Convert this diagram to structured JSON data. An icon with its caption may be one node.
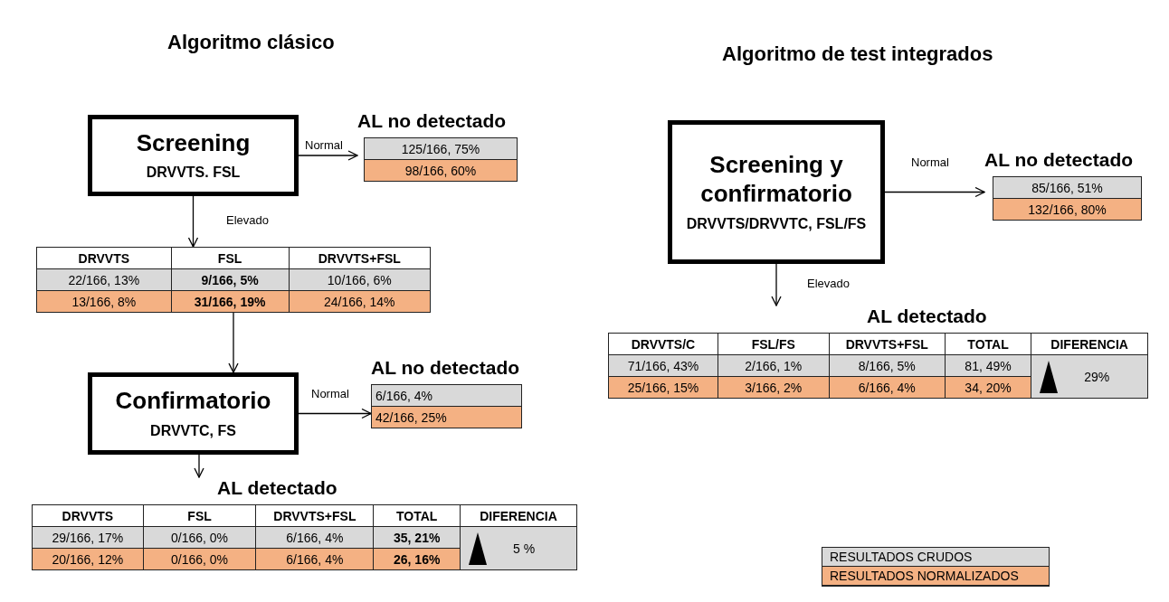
{
  "diagram": {
    "nodes": [
      {
        "text": [
          "Screening",
          "DRVVTS. FSL"
        ]
      },
      {
        "text": [
          "AL no detectado",
          "125/166, 75%",
          "98/166, 60%"
        ]
      },
      {
        "text": [
          "DRVVTS",
          "FSL",
          "DRVVTS+FSL",
          "22/166, 13%",
          "9/166, 5%",
          "10/166, 6%",
          "13/166, 8%",
          "31/166, 19%",
          "24/166, 14%"
        ]
      },
      {
        "text": [
          "Confirmatorio",
          "DRVVTC, FS"
        ]
      },
      {
        "text": [
          "AL no detectado",
          "6/166, 4%",
          "42/166, 25%"
        ]
      },
      {
        "text": [
          "AL detectado",
          "DRVVTS",
          "FSL",
          "DRVVTS+FSL",
          "TOTAL",
          "DIFERENCIA",
          "29/166, 17%",
          "0/166, 0%",
          "6/166, 4%",
          "35, 21%",
          "5 %",
          "20/166, 12%",
          "0/166, 0%",
          "6/166, 4%",
          "26, 16%"
        ]
      },
      {
        "text": [
          "Screening y confirmatorio",
          "DRVVTS/DRVVTC, FSL/FS"
        ]
      },
      {
        "text": [
          "AL no detectado",
          "85/166, 51%",
          "132/166, 80%"
        ]
      },
      {
        "text": [
          "AL detectado",
          "DRVVTS/C",
          "FSL/FS",
          "DRVVTS+FSL",
          "TOTAL",
          "DIFERENCIA",
          "71/166, 43%",
          "2/166, 1%",
          "8/166, 5%",
          "81, 49%",
          "29%",
          "25/166, 15%",
          "3/166, 2%",
          "6/166, 4%",
          "34, 20%"
        ]
      }
    ],
    "edges": [
      {
        "from": 0,
        "to": 1,
        "arrow": "to",
        "label": "Normal"
      },
      {
        "from": 0,
        "to": 2,
        "arrow": "to",
        "label": "Elevado"
      },
      {
        "from": 2,
        "to": 3,
        "arrow": "to"
      },
      {
        "from": 3,
        "to": 4,
        "arrow": "to",
        "label": "Normal"
      },
      {
        "from": 3,
        "to": 5,
        "arrow": "to"
      },
      {
        "from": 6,
        "to": 7,
        "arrow": "to",
        "label": "Normal"
      },
      {
        "from": 6,
        "to": 8,
        "arrow": "to",
        "label": "Elevado"
      }
    ],
    "labels": [
      "Algoritmo clásico",
      "Algoritmo de test integrados"
    ],
    "legend": [
      {
        "text": "RESULTADOS CRUDOS",
        "color": "#d9d9d9"
      },
      {
        "text": "RESULTADOS NORMALIZADOS",
        "color": "#f4b183"
      }
    ]
  }
}
